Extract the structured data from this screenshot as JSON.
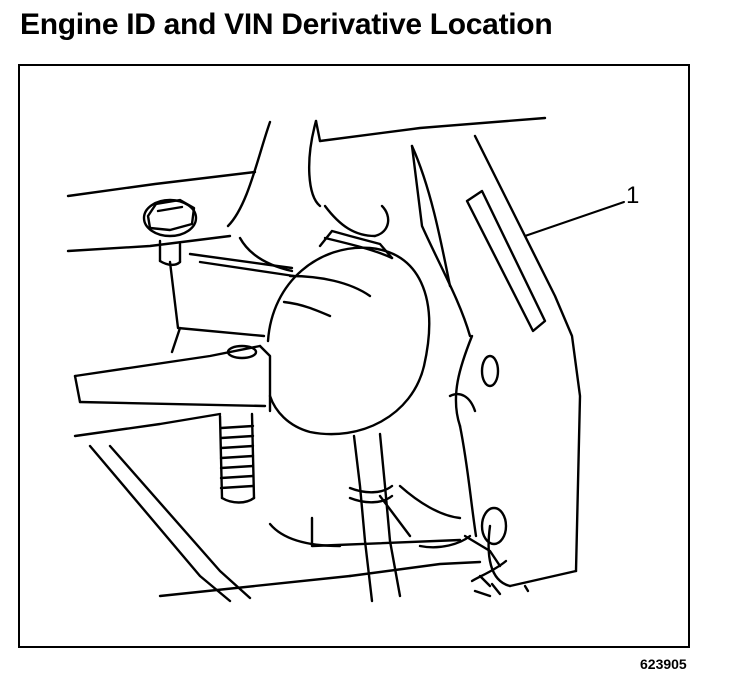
{
  "header": {
    "title": "Engine ID and VIN Derivative Location"
  },
  "illustration": {
    "callout_number": "1",
    "figure_id": "623905"
  }
}
